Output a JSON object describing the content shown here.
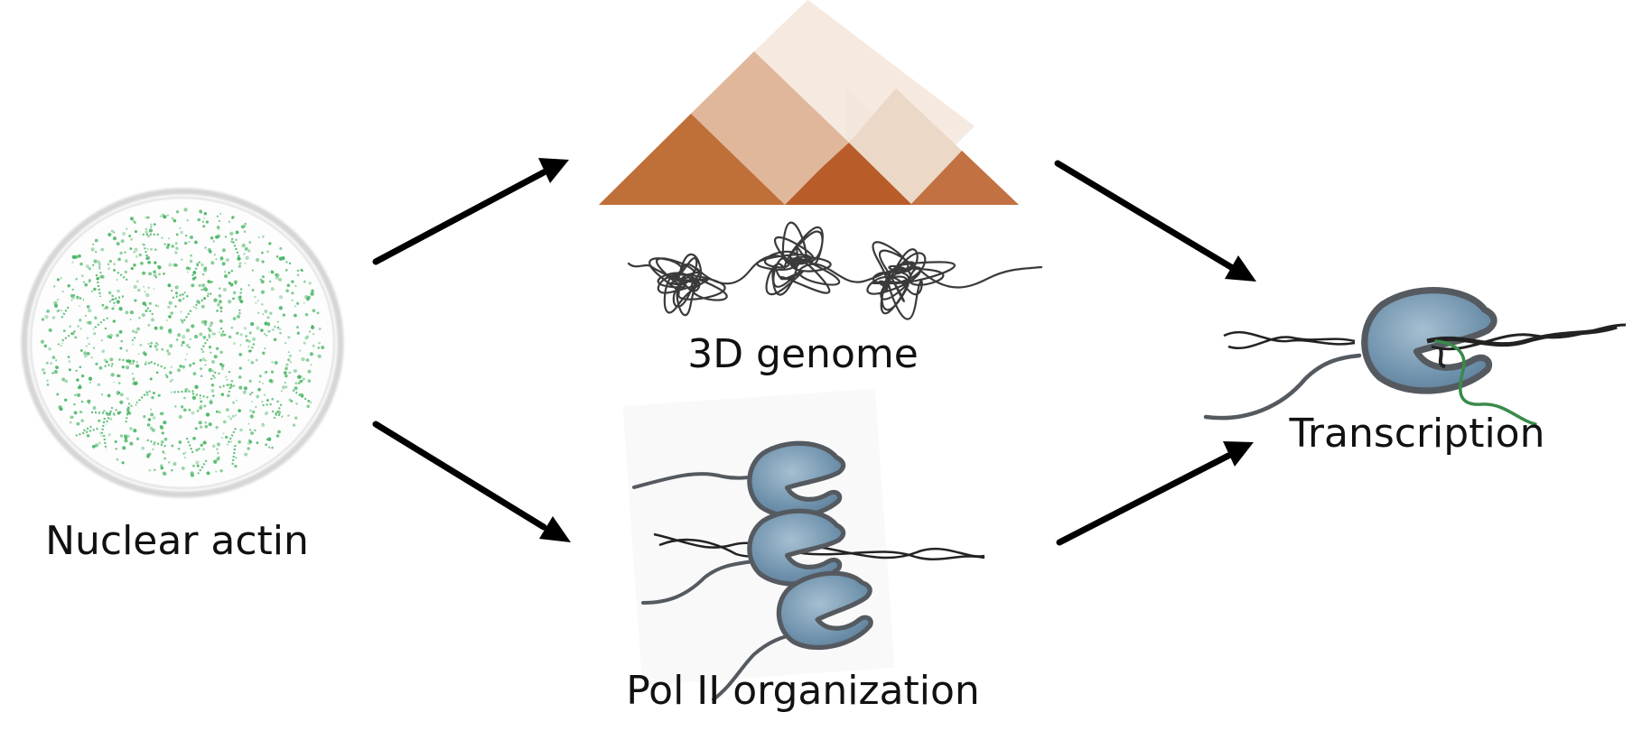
{
  "labels": {
    "nuclear_actin": "Nuclear actin",
    "genome_3d": "3D genome",
    "pol2_org": "Pol II organization",
    "transcription": "Transcription"
  },
  "colors": {
    "arrow": "#000000",
    "actin_green": "#3cb05a",
    "nucleus_rim": "#d9d9d9",
    "tad_dark": "#bf6f38",
    "tad_mid": "#e0b89a",
    "tad_light": "#ecd8c6",
    "tad_pale": "#f6ebe2",
    "pol2_fill": "#6f93ad",
    "pol2_outline": "#555a60",
    "dna": "#222222",
    "rna": "#3a8a4a"
  },
  "icons": {
    "nucleus": "nucleus-icon",
    "tad_triangles": "tad-triangles-icon",
    "chromatin": "chromatin-loops-icon",
    "pol2_cluster": "pol2-cluster-icon",
    "pol2_transcribing": "pol2-transcribing-icon"
  }
}
